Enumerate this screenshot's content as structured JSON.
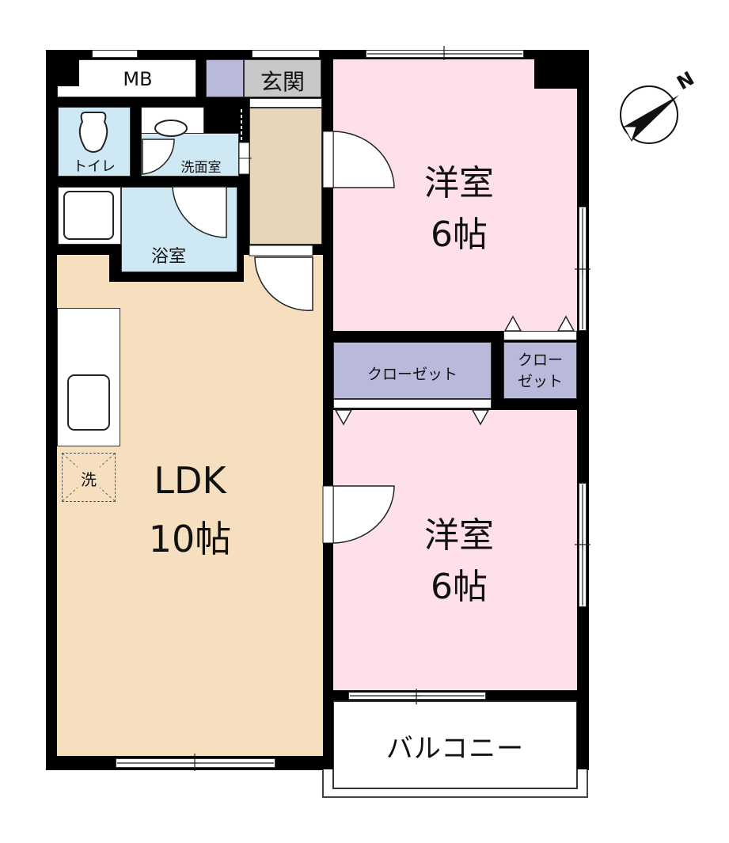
{
  "floorplan": {
    "colors": {
      "wall": "#000000",
      "ldk": "#f6dfbf",
      "western_room": "#fde0ec",
      "wet_area": "#cfe9f4",
      "closet": "#b9b9dc",
      "entrance": "#c8c8c8",
      "hallway": "#e8d6b9",
      "entrance_storage": "#b9b9dc"
    },
    "rooms": {
      "mb": {
        "label": "MB"
      },
      "genkan": {
        "label": "玄関"
      },
      "toilet": {
        "label": "トイレ"
      },
      "washroom": {
        "label": "洗面室"
      },
      "bathroom": {
        "label": "浴室"
      },
      "ldk": {
        "name": "LDK",
        "size": "10帖"
      },
      "western_room_1": {
        "name": "洋室",
        "size": "6帖"
      },
      "western_room_2": {
        "name": "洋室",
        "size": "6帖"
      },
      "closet_large": {
        "label": "クローゼット"
      },
      "closet_small": {
        "line1": "クロー",
        "line2": "ゼット"
      },
      "washer_space": {
        "label": "洗"
      },
      "balcony": {
        "label": "バルコニー"
      }
    },
    "compass": {
      "label": "N",
      "icon": "north-arrow-icon"
    }
  }
}
